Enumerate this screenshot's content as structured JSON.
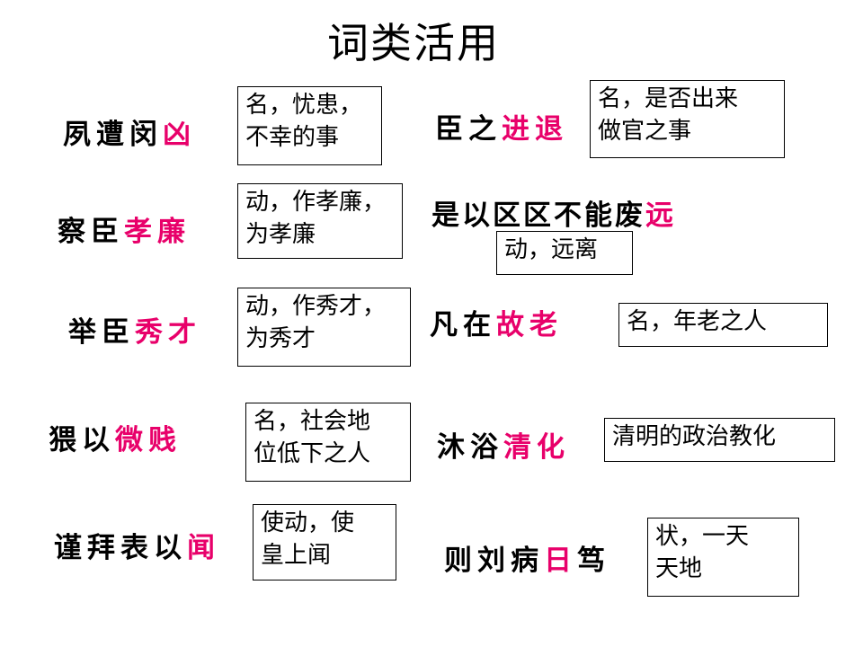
{
  "title": "词类活用",
  "colors": {
    "highlight": "#e8006a",
    "text": "#000000"
  },
  "items": [
    {
      "plain": "夙遭闵",
      "highlight": "凶",
      "suffix": "",
      "note": "名，忧患，\n不幸的事"
    },
    {
      "plain": "察臣",
      "highlight": "孝廉",
      "suffix": "",
      "note": "动，作孝廉，\n为孝廉"
    },
    {
      "plain": "举臣",
      "highlight": "秀才",
      "suffix": "",
      "note": "动，作秀才，\n为秀才"
    },
    {
      "plain": "猥以",
      "highlight": "微贱",
      "suffix": "",
      "note": "名，社会地\n位低下之人"
    },
    {
      "plain": "谨拜表以",
      "highlight": "闻",
      "suffix": "",
      "note": "使动，使\n皇上闻"
    },
    {
      "plain": "臣之",
      "highlight": "进退",
      "suffix": "",
      "note": "名，是否出来\n做官之事"
    },
    {
      "plain": "是以区区不能废",
      "highlight": "远",
      "suffix": "",
      "note": "动，远离"
    },
    {
      "plain": "凡在",
      "highlight": "故老",
      "suffix": "",
      "note": "名，年老之人"
    },
    {
      "plain": "沐浴",
      "highlight": "清化",
      "suffix": "",
      "note": "清明的政治教化"
    },
    {
      "plain": "则刘病",
      "highlight": "日",
      "suffix": "笃",
      "note": "状，一天\n天地"
    }
  ]
}
